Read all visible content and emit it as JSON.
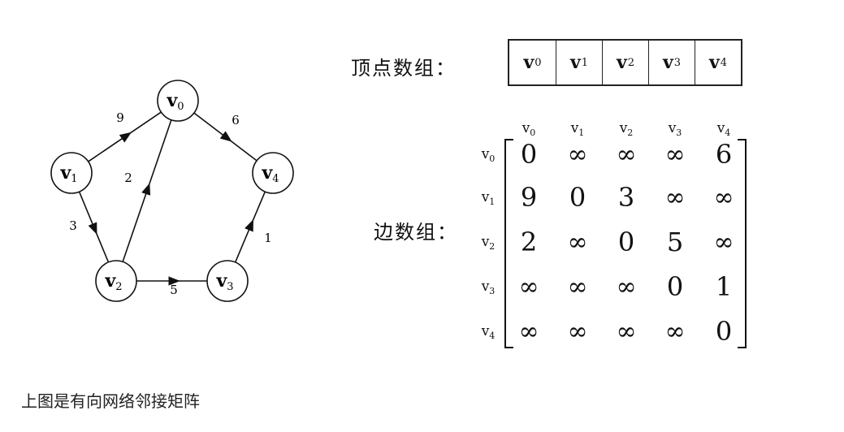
{
  "vertices": [
    {
      "base": "v",
      "sub": "0"
    },
    {
      "base": "v",
      "sub": "1"
    },
    {
      "base": "v",
      "sub": "2"
    },
    {
      "base": "v",
      "sub": "3"
    },
    {
      "base": "v",
      "sub": "4"
    }
  ],
  "edges": [
    {
      "from": 1,
      "to": 0,
      "weight": "9"
    },
    {
      "from": 0,
      "to": 4,
      "weight": "6"
    },
    {
      "from": 1,
      "to": 2,
      "weight": "3"
    },
    {
      "from": 2,
      "to": 0,
      "weight": "2"
    },
    {
      "from": 2,
      "to": 3,
      "weight": "5"
    },
    {
      "from": 3,
      "to": 4,
      "weight": "1"
    }
  ],
  "vertex_array_label": "顶点数组：",
  "edge_array_label": "边数组：",
  "matrix": [
    [
      "0",
      "∞",
      "∞",
      "∞",
      "6"
    ],
    [
      "9",
      "0",
      "3",
      "∞",
      "∞"
    ],
    [
      "2",
      "∞",
      "0",
      "5",
      "∞"
    ],
    [
      "∞",
      "∞",
      "∞",
      "0",
      "1"
    ],
    [
      "∞",
      "∞",
      "∞",
      "∞",
      "0"
    ]
  ],
  "caption": "上图是有向网络邻接矩阵",
  "colors": {
    "ink": "#111111",
    "background": "#ffffff"
  }
}
